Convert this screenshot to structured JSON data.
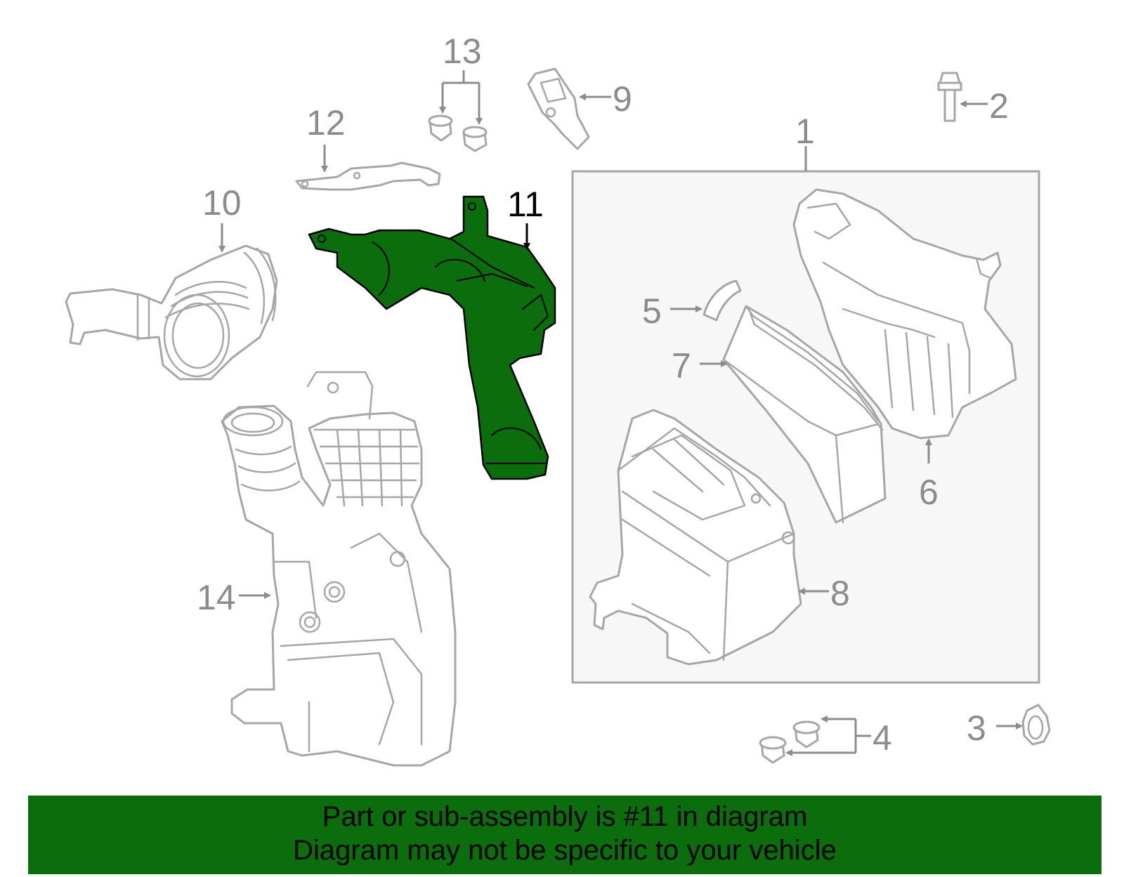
{
  "highlight_color": "#0c6d0c",
  "callouts": {
    "c1": "1",
    "c2": "2",
    "c3": "3",
    "c4": "4",
    "c5": "5",
    "c6": "6",
    "c7": "7",
    "c8": "8",
    "c9": "9",
    "c10": "10",
    "c11": "11",
    "c12": "12",
    "c13": "13",
    "c14": "14"
  },
  "highlighted_part": "11",
  "banner": {
    "line1": "Part or sub-assembly is #11 in diagram",
    "line2": "Diagram may not be specific to your vehicle"
  }
}
